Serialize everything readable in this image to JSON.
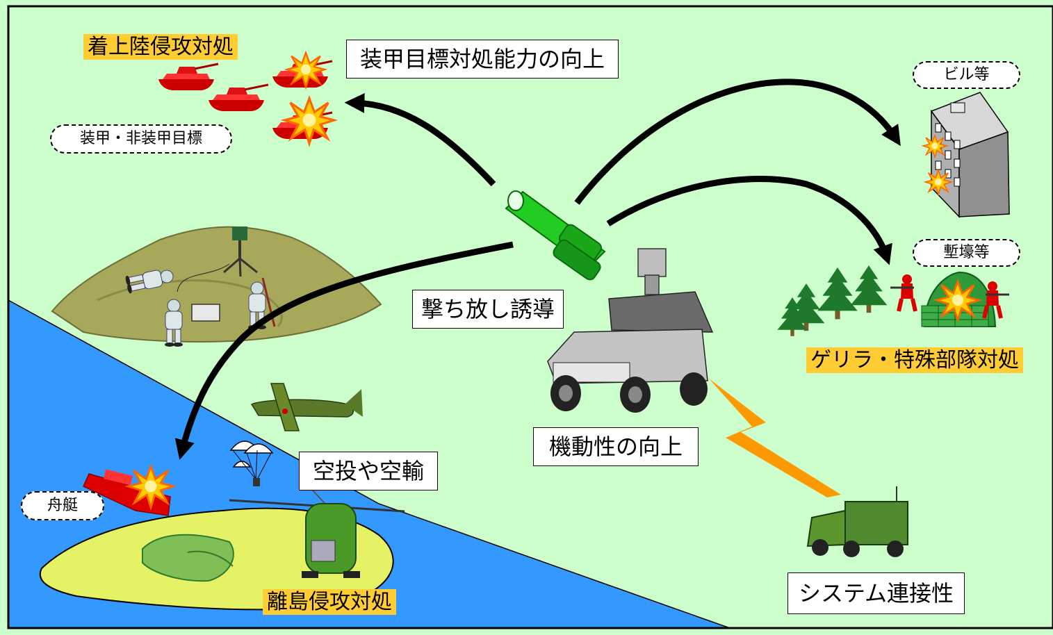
{
  "labels": {
    "amphibious": "着上陸侵攻対処",
    "armor_improvement": "装甲目標対処能力の向上",
    "armored_targets": "装甲・非装甲目標",
    "building": "ビル等",
    "trench": "塹壕等",
    "fire_and_forget": "撃ち放し誘導",
    "guerrilla": "ゲリラ・特殊部隊対処",
    "airdrop": "空投や空輸",
    "mobility": "機動性の向上",
    "boats": "舟艇",
    "island": "離島侵攻対処",
    "system": "システム連接性"
  },
  "colors": {
    "land": "#ccffcc",
    "sea": "#3399ff",
    "island": "#e6f266",
    "highlight": "#ffcc33",
    "missile": "#22cc22",
    "target": "#dd0000",
    "lightning": "#ff9900"
  },
  "icons": [
    "tank-icon",
    "missile-launcher-icon",
    "humvee-icon",
    "building-icon",
    "tree-icon",
    "soldier-icon",
    "aircraft-icon",
    "helicopter-icon",
    "parachute-icon",
    "boat-icon",
    "explosion-icon",
    "lightning-icon",
    "command-vehicle-icon"
  ]
}
